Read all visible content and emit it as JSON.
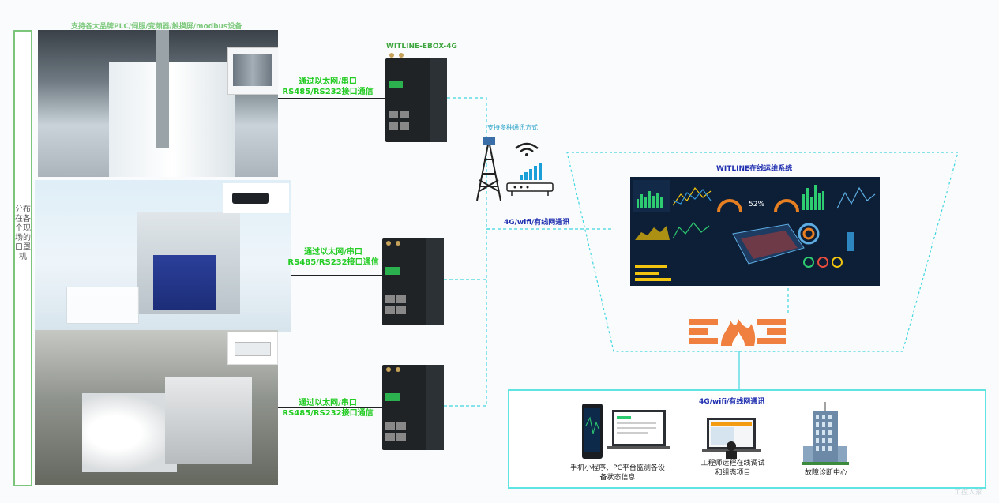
{
  "left_bar": {
    "text": "分布在各个现场的口罩机"
  },
  "top_label": "支持各大品牌PLC/伺服/变频器/触摸屏/modbus设备",
  "gateway_title": "WITLINE-EBOX-4G",
  "links": [
    {
      "line1": "通过以太网/串口",
      "line2": "RS485/RS232接口通信"
    },
    {
      "line1": "通过以太网/串口",
      "line2": "RS485/RS232接口通信"
    },
    {
      "line1": "通过以太网/串口",
      "line2": "RS485/RS232接口通信"
    }
  ],
  "multi_comm": "支持多种通讯方式",
  "comm_label": "4G/wifi/有线网通讯",
  "platform_title": "WITLINE在线运维系统",
  "dashboard_percent": "52%",
  "panel": {
    "title": "4G/wifi/有线网通讯",
    "items": [
      {
        "caption_line1": "手机小程序、PC平台监测各设",
        "caption_line2": "备状态信息"
      },
      {
        "caption_line1": "工程师远程在线调试",
        "caption_line2": "和组态项目"
      },
      {
        "caption_line1": "故障诊断中心",
        "caption_line2": ""
      }
    ]
  },
  "watermark": "工控人家",
  "colors": {
    "cyan": "#3fd6e0",
    "green_text": "#22cc22",
    "firewall": "#f08040",
    "dashboard_bg": "#0d1f36"
  }
}
